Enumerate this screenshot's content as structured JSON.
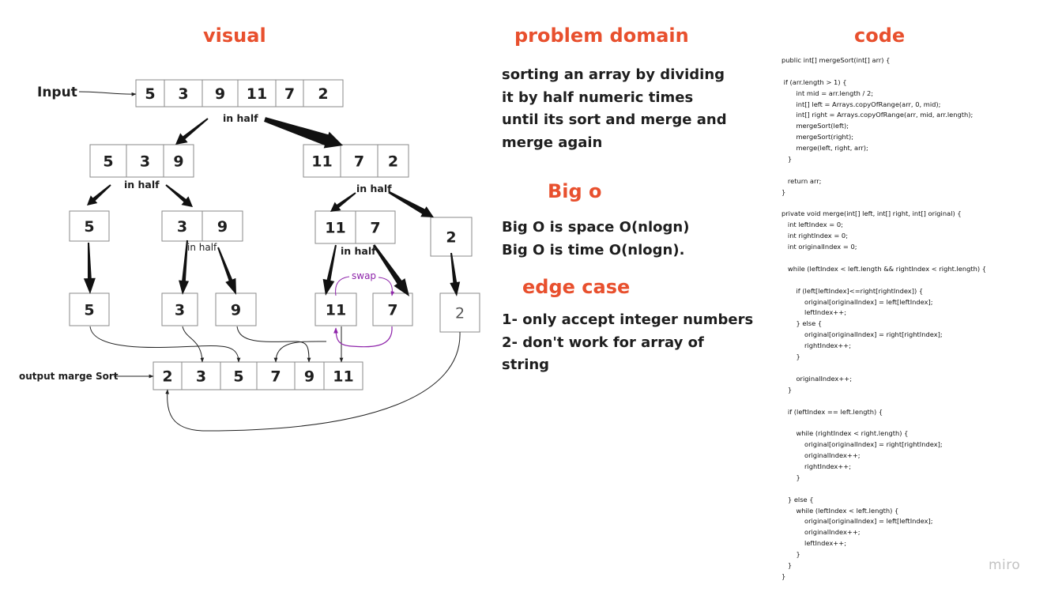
{
  "headings": {
    "visual": "visual",
    "problem_domain": "problem domain",
    "code": "code",
    "big_o": "Big o",
    "edge_case": "edge case"
  },
  "problem_domain_lines": [
    "sorting an array by dividing",
    "it by half numeric times",
    "until its sort and merge and",
    "merge again"
  ],
  "big_o_lines": [
    "Big O is space O(nlogn)",
    "Big O is time O(nlogn)."
  ],
  "edge_case_lines": [
    "1- only accept integer numbers",
    "2- don't work for array of",
    "string"
  ],
  "diagram": {
    "input_label": "Input",
    "output_label": "output marge Sort",
    "in_half": "in half",
    "swap": "swap",
    "swap_color": "#8e24aa",
    "input_values": [
      "5",
      "3",
      "9",
      "11",
      "7",
      "2"
    ],
    "left_half": [
      "5",
      "3",
      "9"
    ],
    "right_half": [
      "11",
      "7",
      "2"
    ],
    "level2": {
      "a": [
        "5"
      ],
      "b": [
        "3",
        "9"
      ],
      "c": [
        "11",
        "7"
      ],
      "d": [
        "2"
      ]
    },
    "singles": [
      "5",
      "3",
      "9",
      "11",
      "7",
      "2"
    ],
    "output_values": [
      "2",
      "3",
      "5",
      "7",
      "9",
      "11"
    ]
  },
  "code_lines": [
    "public int[] mergeSort(int[] arr) {",
    "",
    " if (arr.length > 1) {",
    "       int mid = arr.length / 2;",
    "       int[] left = Arrays.copyOfRange(arr, 0, mid);",
    "       int[] right = Arrays.copyOfRange(arr, mid, arr.length);",
    "       mergeSort(left);",
    "       mergeSort(right);",
    "       merge(left, right, arr);",
    "   }",
    "",
    "   return arr;",
    "}",
    "",
    "private void merge(int[] left, int[] right, int[] original) {",
    "   int leftIndex = 0;",
    "   int rightIndex = 0;",
    "   int originalIndex = 0;",
    "",
    "   while (leftIndex < left.length && rightIndex < right.length) {",
    "",
    "       if (left[leftIndex]<=right[rightIndex]) {",
    "           original[originalIndex] = left[leftIndex];",
    "           leftIndex++;",
    "       } else {",
    "           original[originalIndex] = right[rightIndex];",
    "           rightIndex++;",
    "       }",
    "",
    "       originalIndex++;",
    "   }",
    "",
    "   if (leftIndex == left.length) {",
    "",
    "       while (rightIndex < right.length) {",
    "           original[originalIndex] = right[rightIndex];",
    "           originalIndex++;",
    "           rightIndex++;",
    "       }",
    "",
    "   } else {",
    "       while (leftIndex < left.length) {",
    "           original[originalIndex] = left[leftIndex];",
    "           originalIndex++;",
    "           leftIndex++;",
    "       }",
    "   }",
    "}"
  ],
  "brand": "miro"
}
